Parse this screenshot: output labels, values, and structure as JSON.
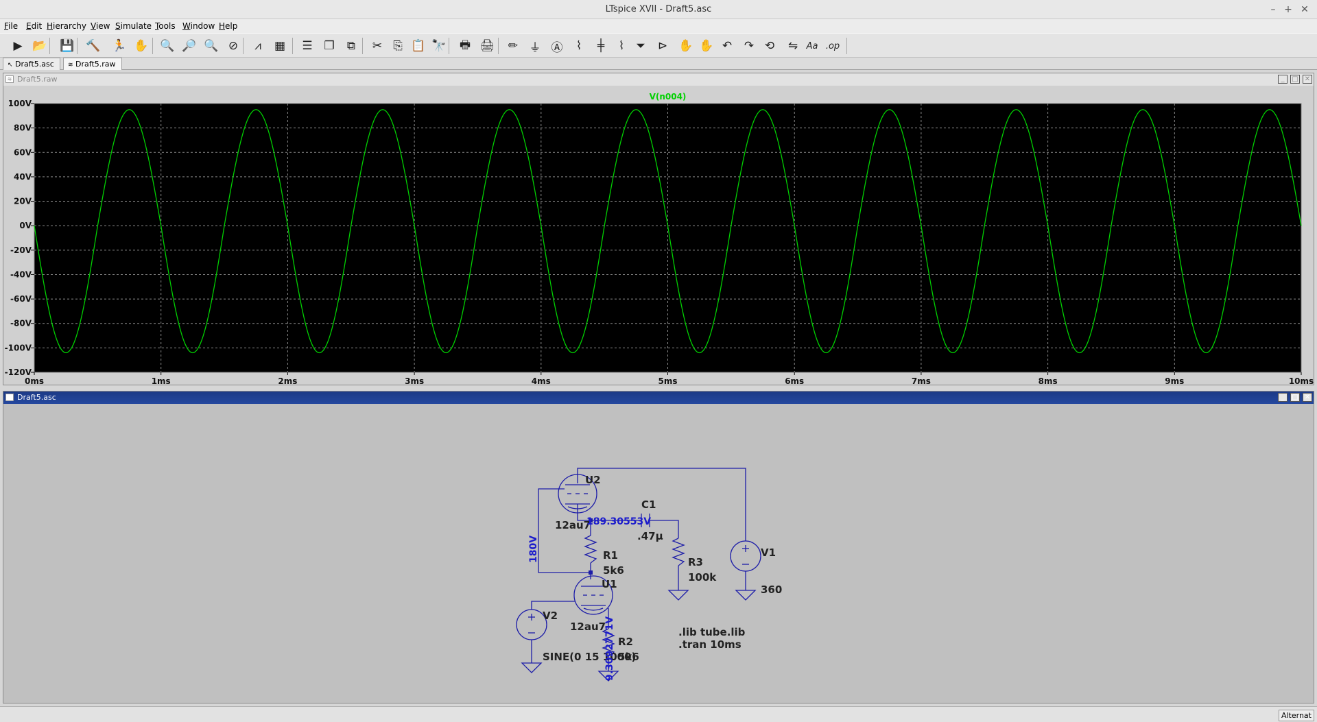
{
  "window": {
    "title": "LTspice XVII - Draft5.asc"
  },
  "menu": [
    {
      "label": "File",
      "key": "F",
      "rest": "ile"
    },
    {
      "label": "Edit",
      "key": "E",
      "rest": "dit"
    },
    {
      "label": "Hierarchy",
      "key": "H",
      "rest": "ierarchy"
    },
    {
      "label": "View",
      "key": "V",
      "rest": "iew"
    },
    {
      "label": "Simulate",
      "key": "S",
      "rest": "imulate"
    },
    {
      "label": "Tools",
      "key": "T",
      "rest": "ools"
    },
    {
      "label": "Window",
      "key": "W",
      "rest": "indow"
    },
    {
      "label": "Help",
      "key": "H",
      "rest": "elp"
    }
  ],
  "toolbar": [
    {
      "icon": "run-icon",
      "glyph": "▶"
    },
    {
      "icon": "open-folder-icon",
      "glyph": "📂"
    },
    {
      "icon": "save-icon",
      "glyph": "💾"
    },
    {
      "icon": "control-panel-icon",
      "glyph": "🔨"
    },
    {
      "icon": "run-halt-icon",
      "glyph": "🏃"
    },
    {
      "icon": "pan-hand-icon",
      "glyph": "✋"
    },
    {
      "icon": "zoom-in-icon",
      "glyph": "🔍"
    },
    {
      "icon": "zoom-pan-icon",
      "glyph": "🔎"
    },
    {
      "icon": "zoom-out-icon",
      "glyph": "🔍"
    },
    {
      "icon": "zoom-cancel-icon",
      "glyph": "⊘"
    },
    {
      "icon": "autorange-icon",
      "glyph": "⩘"
    },
    {
      "icon": "grid-icon",
      "glyph": "▦"
    },
    {
      "icon": "tile-horizontal-icon",
      "glyph": "☰"
    },
    {
      "icon": "cascade-icon",
      "glyph": "❐"
    },
    {
      "icon": "tile-vertical-icon",
      "glyph": "⧉"
    },
    {
      "icon": "cut-icon",
      "glyph": "✂"
    },
    {
      "icon": "copy-icon",
      "glyph": "⎘"
    },
    {
      "icon": "paste-icon",
      "glyph": "📋"
    },
    {
      "icon": "find-icon",
      "glyph": "🔭"
    },
    {
      "icon": "print-preview-icon",
      "glyph": "🖶"
    },
    {
      "icon": "print-icon",
      "glyph": "🖨"
    },
    {
      "icon": "draw-wire-icon",
      "glyph": "✏"
    },
    {
      "icon": "ground-icon",
      "glyph": "⏚"
    },
    {
      "icon": "label-net-icon",
      "glyph": "Ⓐ"
    },
    {
      "icon": "resistor-icon",
      "glyph": "⌇"
    },
    {
      "icon": "capacitor-icon",
      "glyph": "╪"
    },
    {
      "icon": "inductor-icon",
      "glyph": "⌇"
    },
    {
      "icon": "diode-icon",
      "glyph": "⏷"
    },
    {
      "icon": "component-icon",
      "glyph": "⊳"
    },
    {
      "icon": "move-icon",
      "glyph": "✋"
    },
    {
      "icon": "drag-icon",
      "glyph": "✋"
    },
    {
      "icon": "undo-icon",
      "glyph": "↶"
    },
    {
      "icon": "redo-icon",
      "glyph": "↷"
    },
    {
      "icon": "rotate-icon",
      "glyph": "⟲"
    },
    {
      "icon": "mirror-icon",
      "glyph": "⇋"
    },
    {
      "icon": "text-icon",
      "glyph": "Aa"
    },
    {
      "icon": "spice-directive-icon",
      "glyph": ".op"
    }
  ],
  "tabs": [
    {
      "label": "Draft5.asc",
      "icon": "schematic-tab-icon"
    },
    {
      "label": "Draft5.raw",
      "icon": "waveform-tab-icon"
    }
  ],
  "wave_window": {
    "title": "Draft5.raw"
  },
  "schem_window": {
    "title": "Draft5.asc"
  },
  "chart_data": {
    "type": "line",
    "title": "",
    "series": [
      {
        "name": "V(n004)",
        "color": "#00d000",
        "amplitude_pos": 95,
        "amplitude_neg": -104,
        "frequency_hz": 1000,
        "phase": "starts at 0 V going negative"
      }
    ],
    "xlabel": "",
    "ylabel": "",
    "xlim": [
      0,
      10
    ],
    "ylim": [
      -120,
      100
    ],
    "x_ticks": [
      "0ms",
      "1ms",
      "2ms",
      "3ms",
      "4ms",
      "5ms",
      "6ms",
      "7ms",
      "8ms",
      "9ms",
      "10ms"
    ],
    "y_ticks": [
      "100V",
      "80V",
      "60V",
      "40V",
      "20V",
      "0V",
      "-20V",
      "-40V",
      "-60V",
      "-80V",
      "-100V",
      "-120V"
    ],
    "grid": true,
    "background": "#000000"
  },
  "schematic": {
    "wire_color": "#1c1ca8",
    "label_color": "#000000",
    "voltage_color": "#1c1ccc",
    "components": {
      "u2": {
        "ref": "U2",
        "value": "12au7"
      },
      "u1": {
        "ref": "U1",
        "value": "12au7"
      },
      "r1": {
        "ref": "R1",
        "value": "5k6"
      },
      "r2": {
        "ref": "R2",
        "value": "5k6"
      },
      "r3": {
        "ref": "R3",
        "value": "100k"
      },
      "c1": {
        "ref": "C1",
        "value": ".47µ"
      },
      "v1": {
        "ref": "V1",
        "value": "360"
      },
      "v2": {
        "ref": "V2",
        "value": "SINE(0 15 1000)"
      }
    },
    "node_voltages": {
      "n_out": "189.30553V",
      "n_mid": "180V",
      "n_cath": "9.3092771V"
    },
    "directives": [
      ".lib tube.lib",
      ".tran 10ms"
    ]
  },
  "status": {
    "text": "Alternat"
  }
}
